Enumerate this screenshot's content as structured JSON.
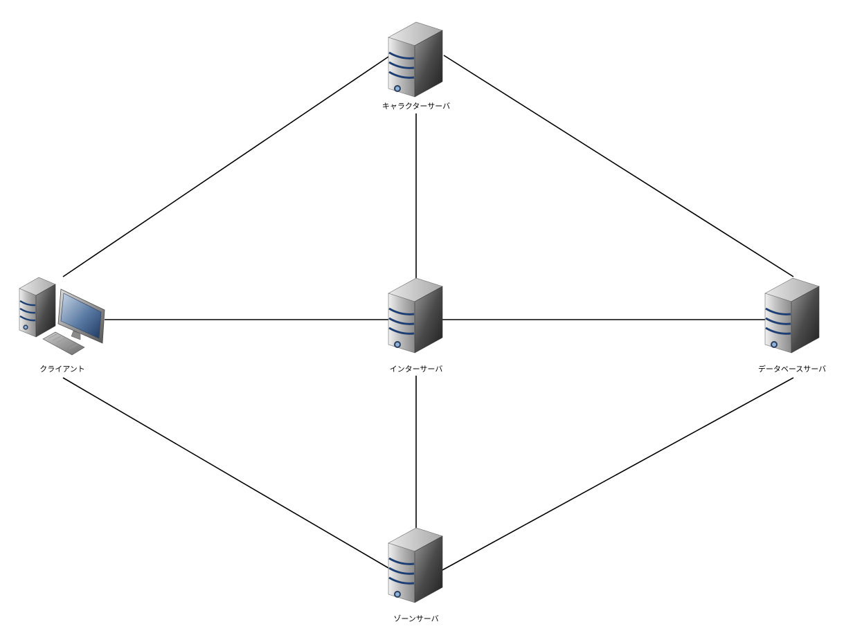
{
  "diagram": {
    "type": "network-topology",
    "line_color": "#000000",
    "background": "#ffffff",
    "nodes": {
      "character_server": {
        "label": "キャラクターサーバ",
        "icon": "server-tower-icon"
      },
      "client": {
        "label": "クライアント",
        "icon": "desktop-computer-icon"
      },
      "inter_server": {
        "label": "インターサーバ",
        "icon": "server-tower-icon"
      },
      "database_server": {
        "label": "データベースサーバ",
        "icon": "server-tower-icon"
      },
      "zone_server": {
        "label": "ゾーンサーバ",
        "icon": "server-tower-icon"
      }
    },
    "edges": [
      {
        "from": "クライアント",
        "to": "キャラクターサーバ"
      },
      {
        "from": "キャラクターサーバ",
        "to": "データベースサーバ"
      },
      {
        "from": "キャラクターサーバ",
        "to": "インターサーバ"
      },
      {
        "from": "クライアント",
        "to": "インターサーバ"
      },
      {
        "from": "インターサーバ",
        "to": "データベースサーバ"
      },
      {
        "from": "インターサーバ",
        "to": "ゾーンサーバ"
      },
      {
        "from": "クライアント",
        "to": "ゾーンサーバ"
      },
      {
        "from": "ゾーンサーバ",
        "to": "データベースサーバ"
      }
    ],
    "server_colors": {
      "body_light": "#d4d4d4",
      "body_dark": "#3a3a3a",
      "side": "#7a7a7a",
      "stripe": "#1e3f73",
      "led": "#8fb3d9"
    }
  }
}
